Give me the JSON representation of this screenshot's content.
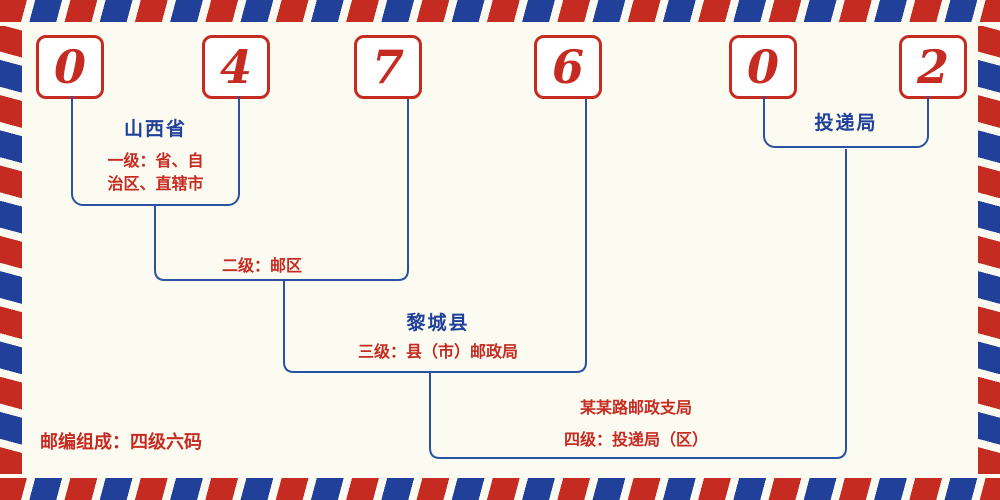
{
  "digits": [
    "0",
    "4",
    "7",
    "6",
    "0",
    "2"
  ],
  "level1": {
    "region": "山西省",
    "desc_line1": "一级：省、自",
    "desc_line2": "治区、直辖市"
  },
  "level2": {
    "label": "二级：邮区"
  },
  "level3": {
    "region": "黎城县",
    "label": "三级：县（市）邮政局"
  },
  "level4": {
    "branch": "某某路邮政支局",
    "label": "四级：投递局（区）"
  },
  "delivery": {
    "label": "投递局"
  },
  "footer": {
    "composition": "邮编组成：四级六码"
  },
  "colors": {
    "digit_red": "#c62b22",
    "stripe_red": "#c62b22",
    "stripe_blue": "#20409a",
    "line_blue": "#2a52a0",
    "background": "#fbfbf1"
  }
}
